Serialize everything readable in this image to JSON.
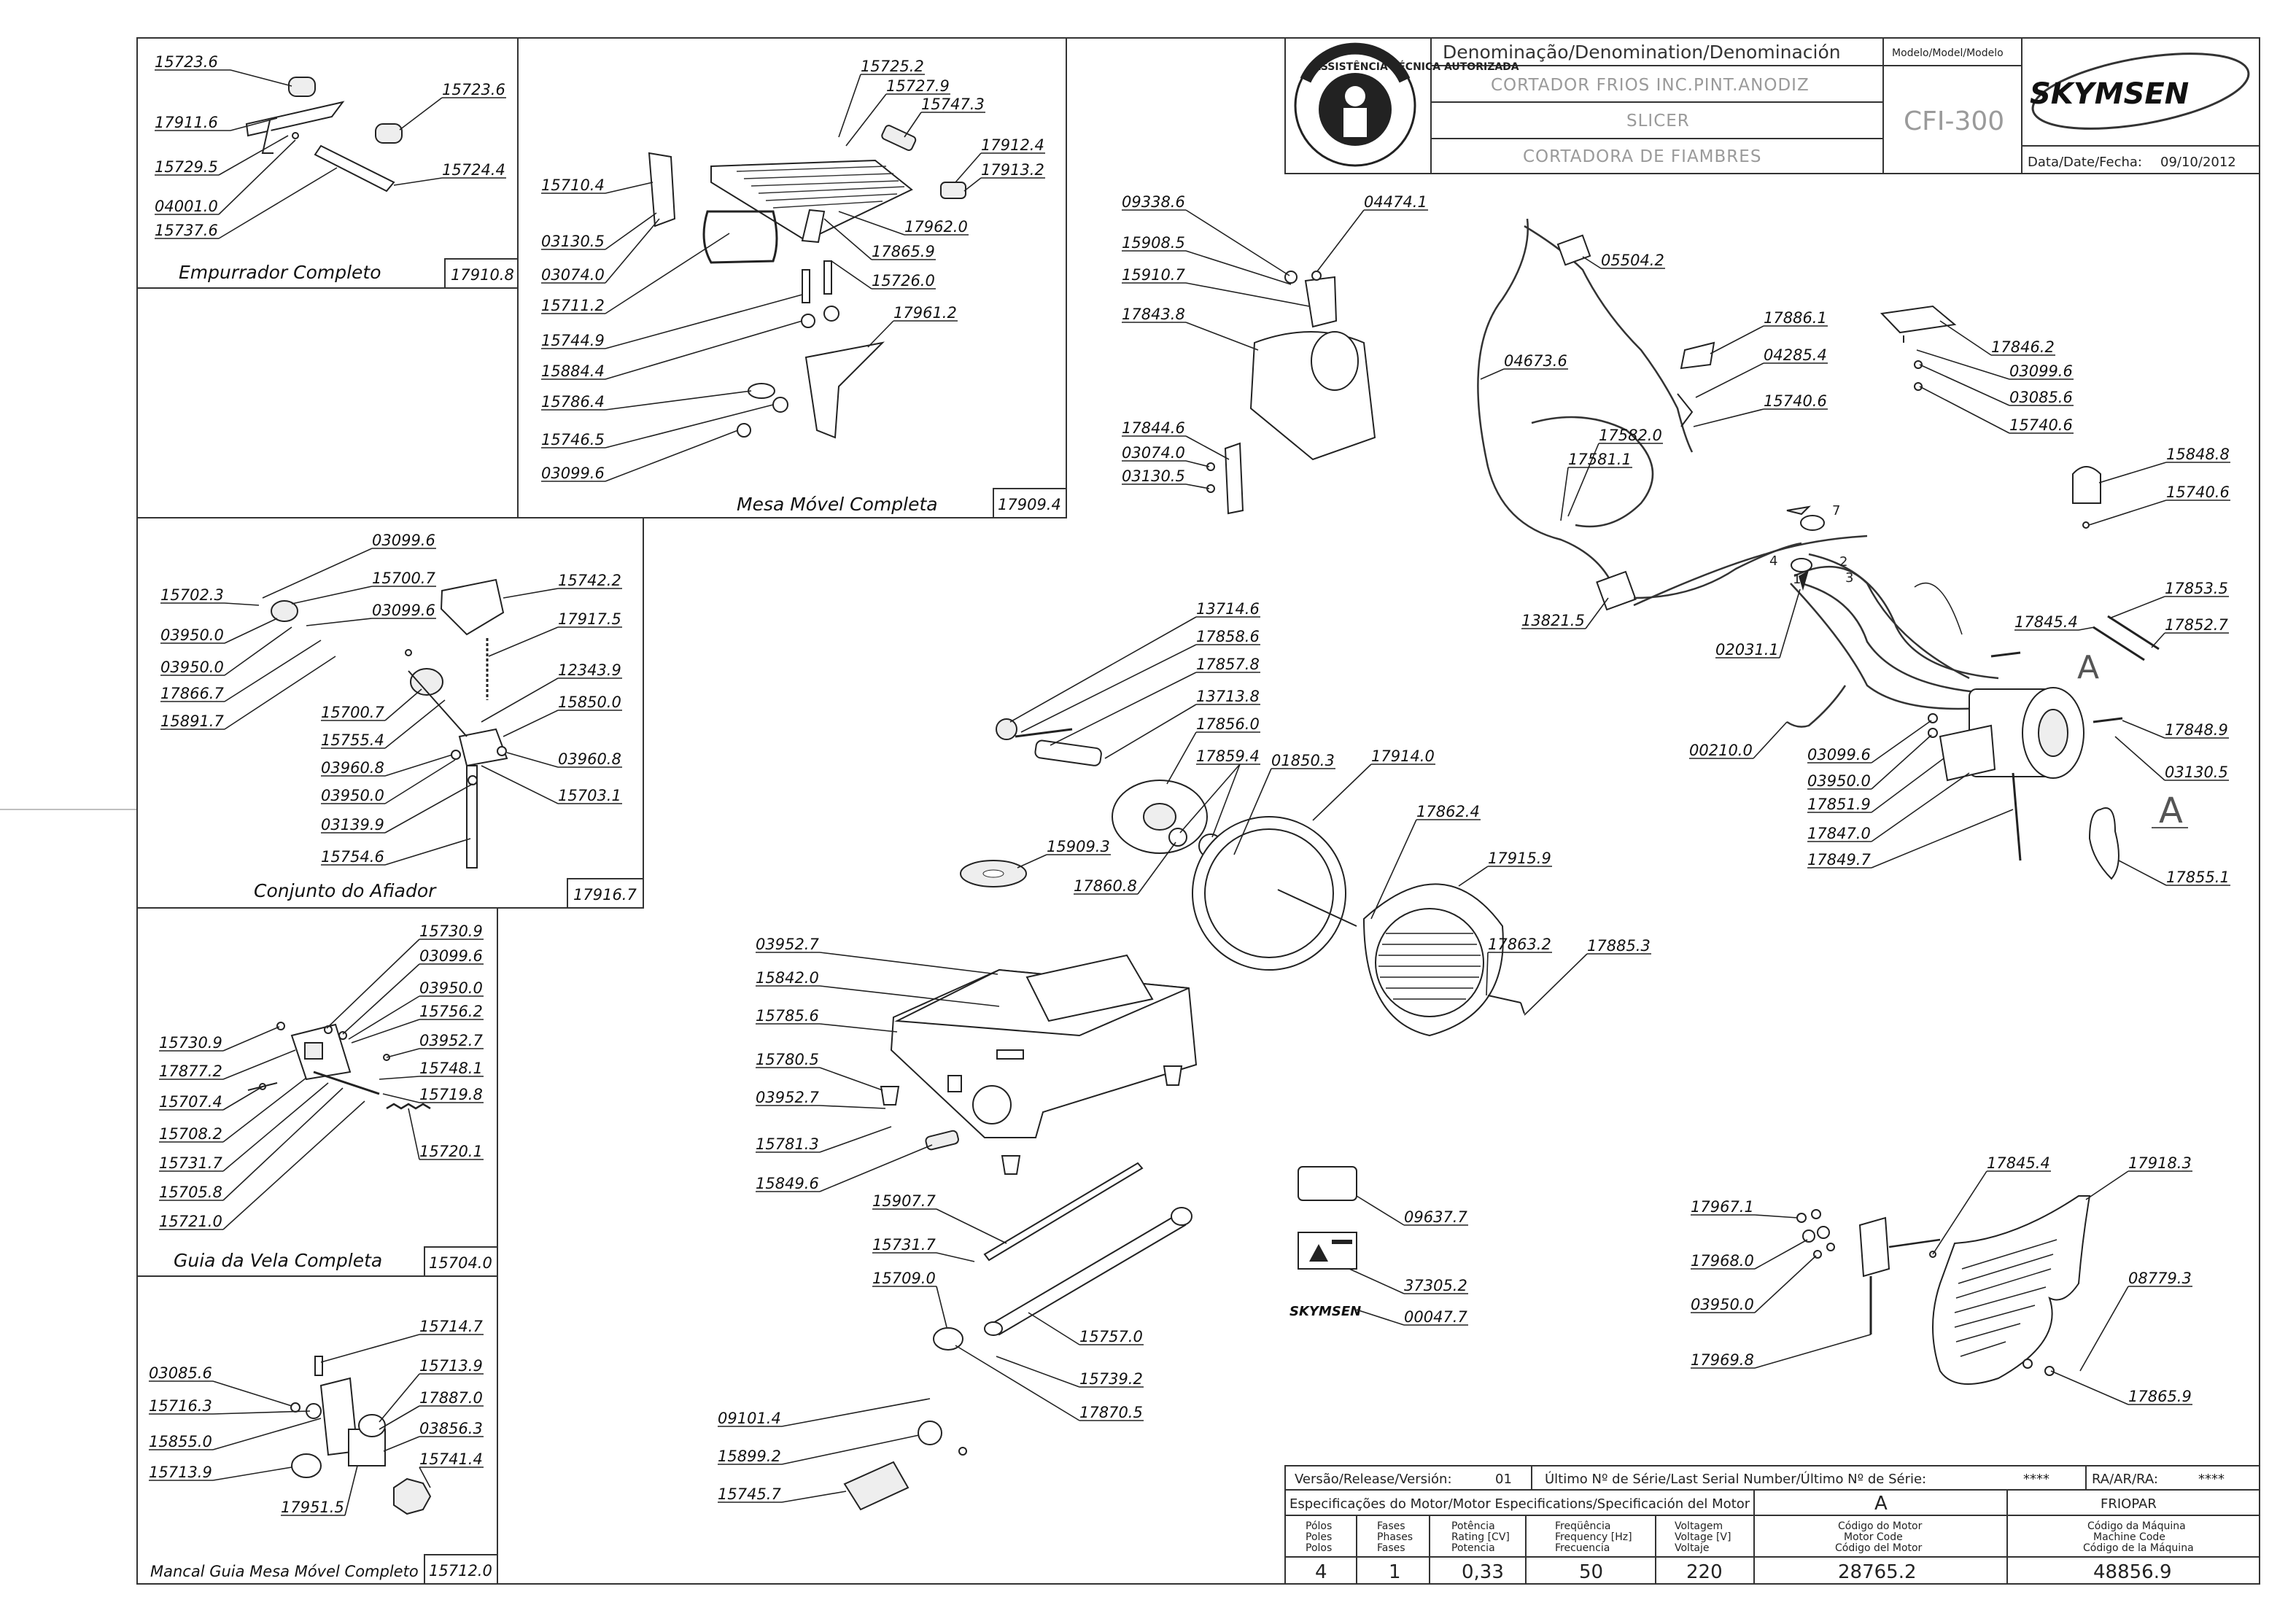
{
  "header": {
    "denomination_label": "Denominação/Denomination/Denominación",
    "model_label": "Modelo/Model/Modelo",
    "name_pt": "CORTADOR FRIOS INC.PINT.ANODIZ",
    "name_en": "SLICER",
    "name_es": "CORTADORA   DE  FIAMBRES",
    "model": "CFI-300",
    "brand": "SKYMSEN",
    "date_label": "Data/Date/Fecha:",
    "date": "09/10/2012",
    "seal_text": "ASSISTÊNCIA TÉCNICA AUTORIZADA"
  },
  "assemblies": [
    {
      "id": "pusher",
      "title": "Empurrador Completo",
      "code": "17910.8",
      "parts": [
        "15723.6",
        "17911.6",
        "15729.5",
        "04001.0",
        "15737.6",
        "15723.6",
        "15724.4"
      ]
    },
    {
      "id": "table",
      "title": "Mesa Móvel Completa",
      "code": "17909.4",
      "parts": [
        "15725.2",
        "15727.9",
        "15747.3",
        "17912.4",
        "17913.2",
        "15710.4",
        "03130.5",
        "03074.0",
        "15711.2",
        "17962.0",
        "17865.9",
        "15726.0",
        "17961.2",
        "15744.9",
        "15884.4",
        "15786.4",
        "15746.5",
        "03099.6"
      ]
    },
    {
      "id": "sharpener",
      "title": "Conjunto do Afiador",
      "code": "17916.7",
      "parts": [
        "03099.6",
        "15702.3",
        "15700.7",
        "03099.6",
        "15742.2",
        "03950.0",
        "03950.0",
        "17866.7",
        "17917.5",
        "15891.7",
        "12343.9",
        "15850.0",
        "15700.7",
        "15755.4",
        "03960.8",
        "03960.8",
        "03950.0",
        "15703.1",
        "03139.9",
        "15754.6"
      ]
    },
    {
      "id": "guide",
      "title": "Guia da Vela Completa",
      "code": "15704.0",
      "parts": [
        "15730.9",
        "03099.6",
        "03950.0",
        "15756.2",
        "15730.9",
        "03952.7",
        "17877.2",
        "15748.1",
        "15707.4",
        "15719.8",
        "15708.2",
        "15731.7",
        "15720.1",
        "15705.8",
        "15721.0"
      ]
    },
    {
      "id": "bearing",
      "title": "Mancal Guia Mesa Móvel Completo",
      "code": "15712.0",
      "parts": [
        "15714.7",
        "03085.6",
        "15713.9",
        "15716.3",
        "17887.0",
        "03856.3",
        "15855.0",
        "15741.4",
        "15713.9",
        "17951.5"
      ]
    }
  ],
  "main_parts": {
    "carriage": [
      "09338.6",
      "04474.1",
      "15908.5",
      "15910.7",
      "17843.8",
      "17844.6",
      "03074.0",
      "03130.5"
    ],
    "blade": [
      "13714.6",
      "17858.6",
      "17857.8",
      "13713.8",
      "17856.0",
      "17859.4",
      "01850.3",
      "17914.0",
      "15909.3",
      "17860.8",
      "17862.4",
      "17915.9",
      "17863.2",
      "17885.3"
    ],
    "base": [
      "03952.7",
      "15842.0",
      "15785.6",
      "15780.5",
      "03952.7",
      "15781.3",
      "15849.6",
      "15907.7",
      "15731.7",
      "15709.0",
      "15757.0",
      "15739.2",
      "17870.5",
      "09101.4",
      "15899.2",
      "15745.7"
    ],
    "labels": [
      "09637.7",
      "37305.2",
      "00047.7"
    ],
    "electric": [
      "05504.2",
      "04673.6",
      "17886.1",
      "04285.4",
      "15740.6",
      "17582.0",
      "17581.1",
      "13821.5",
      "02031.1",
      "00210.0",
      "17846.2",
      "03099.6",
      "03085.6",
      "15740.6",
      "15848.8",
      "15740.6"
    ],
    "motor": [
      "17845.4",
      "17853.5",
      "17852.7",
      "17848.9",
      "03130.5",
      "03099.6",
      "03950.0",
      "17851.9",
      "17847.0",
      "17849.7",
      "17855.1"
    ],
    "deflector": [
      "17845.4",
      "17918.3",
      "17967.1",
      "17968.0",
      "03950.0",
      "08779.3",
      "17969.8",
      "17865.9"
    ]
  },
  "motor_marker": "A",
  "wire_numbers": [
    "7",
    "4",
    "2",
    "3",
    "1"
  ],
  "release": {
    "version_label": "Versão/Release/Versión:",
    "version": "01",
    "serial_label": "Último Nº de Série/Last Serial Number/Último Nº de Série:",
    "serial": "****",
    "ra_label": "RA/AR/RA:",
    "ra": "****"
  },
  "motor_spec": {
    "title": "Especificações do Motor/Motor Especifications/Specificación del Motor",
    "motor_ref": "A",
    "brand": "FRIOPAR",
    "columns": [
      {
        "h1": "Pólos",
        "h2": "Poles",
        "h3": "Polos",
        "value": "4"
      },
      {
        "h1": "Fases",
        "h2": "Phases",
        "h3": "Fases",
        "value": "1"
      },
      {
        "h1": "Potência",
        "h2": "Rating [CV]",
        "h3": "Potencia",
        "value": "0,33"
      },
      {
        "h1": "Freqüência",
        "h2": "Frequency [Hz]",
        "h3": "Frecuencia",
        "value": "50"
      },
      {
        "h1": "Voltagem",
        "h2": "Voltage [V]",
        "h3": "Voltaje",
        "value": "220"
      },
      {
        "h1": "Código do Motor",
        "h2": "Motor Code",
        "h3": "Código del Motor",
        "value": "28765.2"
      },
      {
        "h1": "Código da Máquina",
        "h2": "Machine Code",
        "h3": "Código de la Máquina",
        "value": "48856.9"
      }
    ]
  }
}
